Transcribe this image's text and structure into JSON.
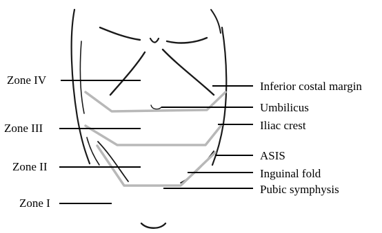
{
  "zones": {
    "zone_iv": "Zone IV",
    "zone_iii": "Zone III",
    "zone_ii": "Zone II",
    "zone_i": "Zone I"
  },
  "landmarks": {
    "inferior_costal_margin": "Inferior costal margin",
    "umbilicus": "Umbilicus",
    "iliac_crest": "Iliac crest",
    "asis": "ASIS",
    "inguinal_fold": "Inguinal fold",
    "pubic_symphysis": "Pubic symphysis"
  },
  "colors": {
    "outline": "#1a1a1a",
    "zone_boundary": "#b8b8b8",
    "leader_line": "#000000"
  }
}
